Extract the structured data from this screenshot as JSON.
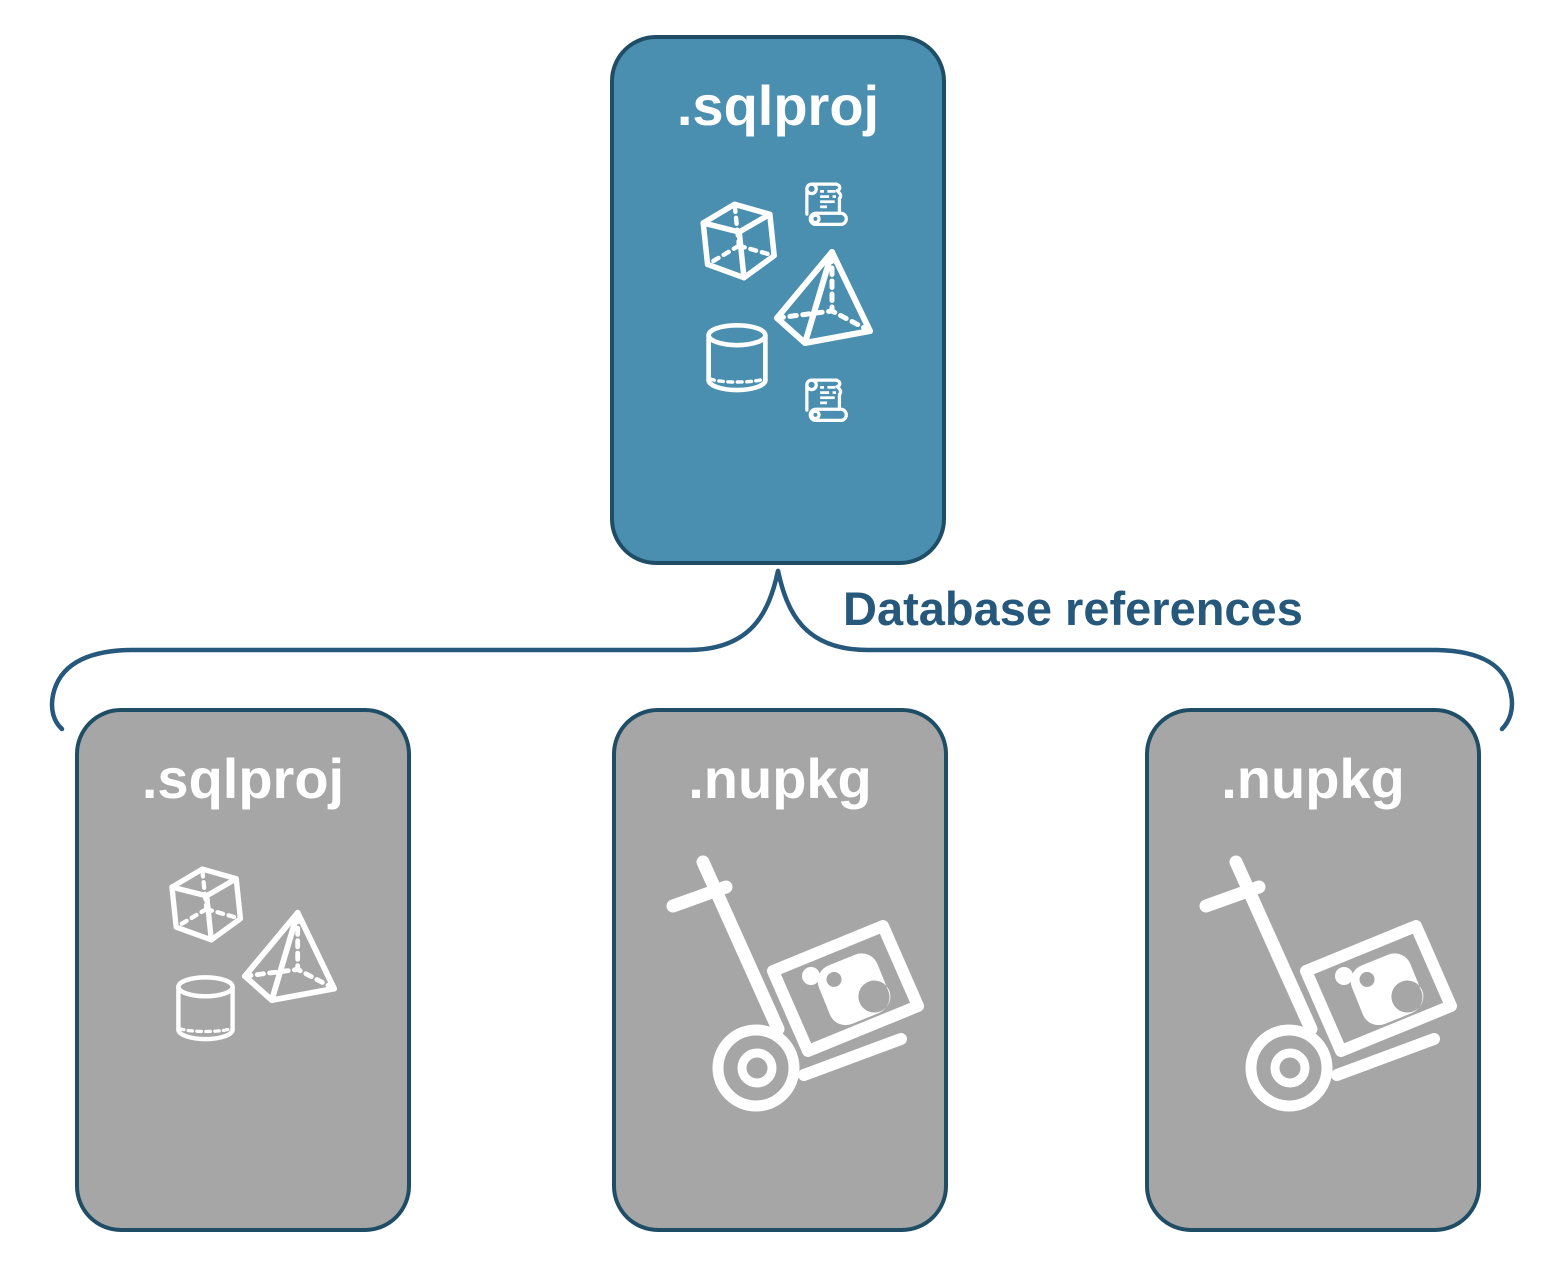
{
  "colors": {
    "accent_blue": "#4A8FAF",
    "gray_fill": "#A6A6A6",
    "box_border": "#1F4D66",
    "connector_line": "#26587C",
    "icon_white": "#FFFFFF",
    "background": "#FFFFFF"
  },
  "connector_label": "Database references",
  "root_box": {
    "title": ".sqlproj",
    "icons": [
      "scroll-icon",
      "cube-icon",
      "pyramid-icon",
      "cylinder-icon",
      "scroll-icon"
    ]
  },
  "child_boxes": [
    {
      "title": ".sqlproj",
      "icons": [
        "cube-icon",
        "pyramid-icon",
        "cylinder-icon"
      ]
    },
    {
      "title": ".nupkg",
      "icons": [
        "nuget-package-handtruck-icon"
      ]
    },
    {
      "title": ".nupkg",
      "icons": [
        "nuget-package-handtruck-icon"
      ]
    }
  ]
}
